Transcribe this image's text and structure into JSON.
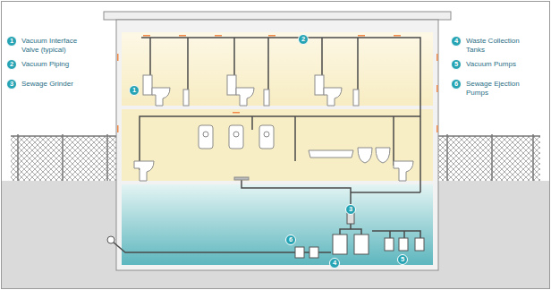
{
  "diagram": {
    "nodes": [
      {
        "text": [
          "1",
          "Vacuum Interface Valve (typical)"
        ]
      },
      {
        "text": [
          "2",
          "Vacuum Piping"
        ]
      },
      {
        "text": [
          "3",
          "Sewage Grinder"
        ]
      },
      {
        "text": [
          "4",
          "Waste Collection Tanks"
        ]
      },
      {
        "text": [
          "5",
          "Vacuum Pumps"
        ]
      },
      {
        "text": [
          "6",
          "Sewage Ejection Pumps"
        ]
      },
      {
        "text": [
          "1"
        ]
      },
      {
        "text": [
          "2"
        ]
      },
      {
        "text": [
          "3"
        ]
      },
      {
        "text": [
          "4"
        ]
      },
      {
        "text": [
          "5"
        ]
      },
      {
        "text": [
          "6"
        ]
      }
    ]
  }
}
